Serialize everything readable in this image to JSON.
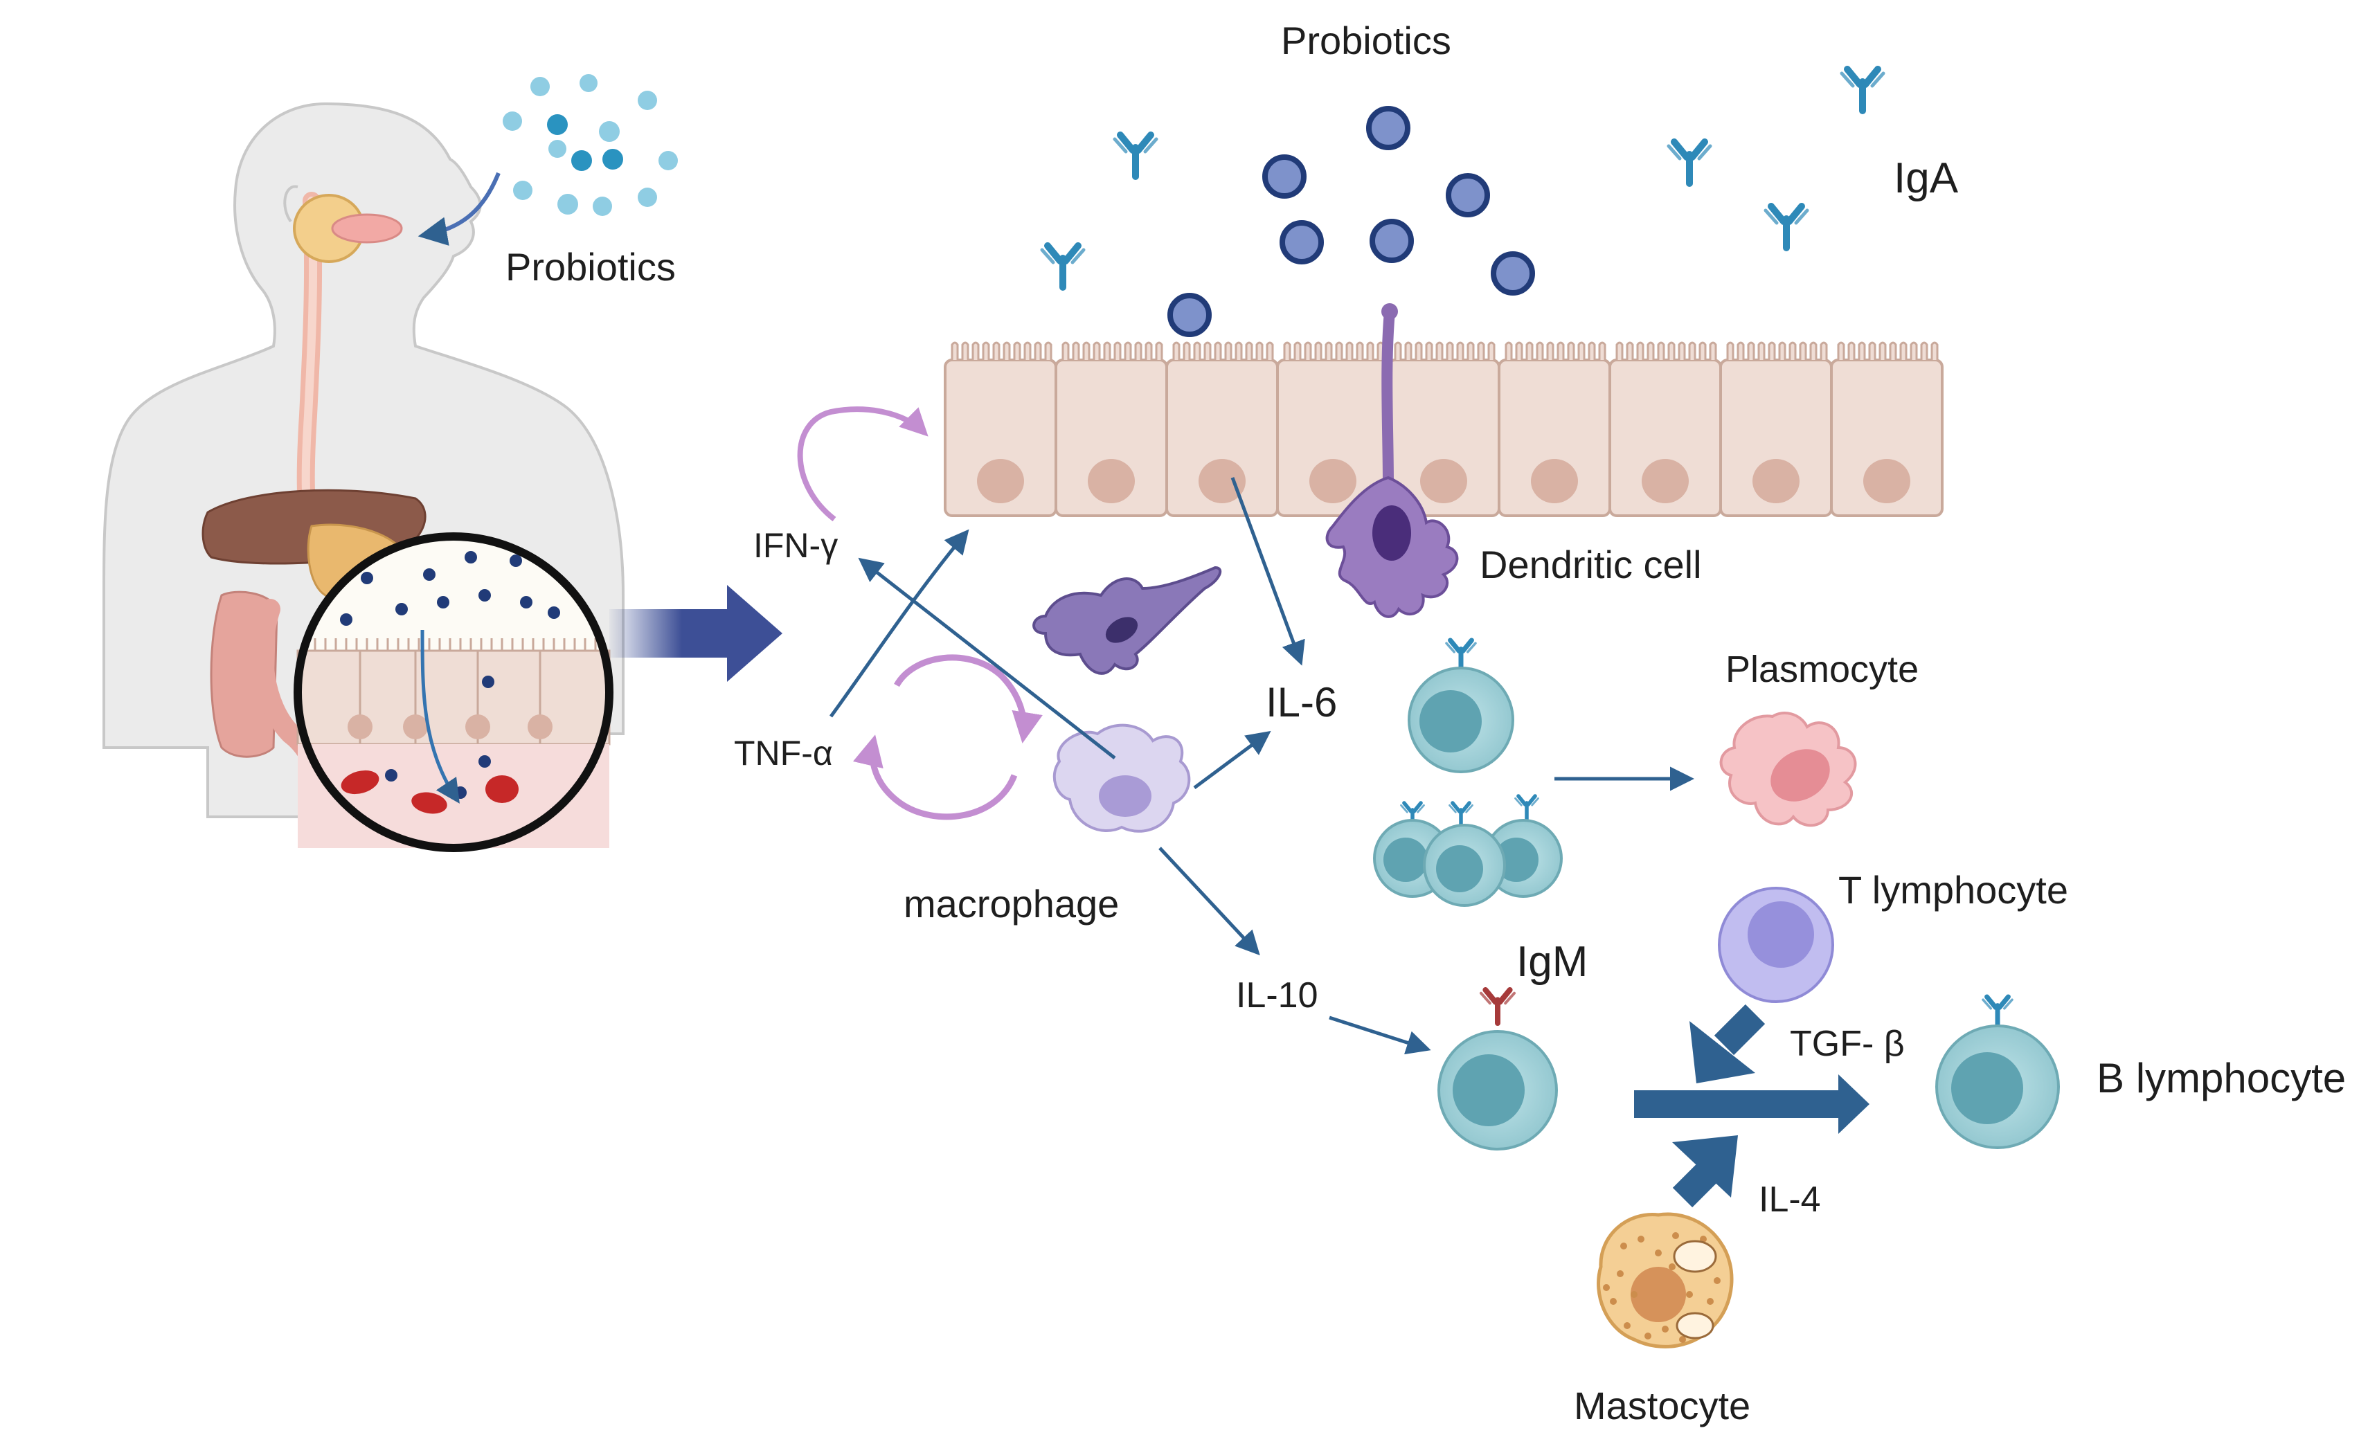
{
  "labels": {
    "probiotics_top": "Probiotics",
    "probiotics_person": "Probiotics",
    "iga": "IgA",
    "dendritic_cell": "Dendritic cell",
    "ifn_gamma": "IFN-γ",
    "tnf_alpha": "TNF-α",
    "il6": "IL-6",
    "macrophage": "macrophage",
    "plasmocyte": "Plasmocyte",
    "t_lymphocyte": "T lymphocyte",
    "igm": "IgM",
    "il10": "IL-10",
    "tgf_beta": "TGF- β",
    "b_lymphocyte": "B lymphocyte",
    "il4": "IL-4",
    "mastocyte": "Mastocyte"
  },
  "colors": {
    "arrow": "#2f6190",
    "big_arrow": "#3d4f96",
    "epithelium": "#efddd5",
    "epithelium_stroke": "#c9a99b",
    "nucleus": "#d9b2a4",
    "probiotic_fill": "#7e92cb",
    "probiotic_stroke": "#213b78",
    "antibody_iga": "#2e89b8",
    "antibody_igm": "#a63a3a",
    "b_cell": "#9fd0d7",
    "b_cell_nucleus": "#5fa3b1",
    "dendritic": "#8b6bb1",
    "macrophage": "#d3cde9",
    "plasmocyte": "#f4b9bd",
    "t_cell": "#b7b4e8",
    "mastocyte": "#f2c98f",
    "cycle": "#c38ed1"
  }
}
